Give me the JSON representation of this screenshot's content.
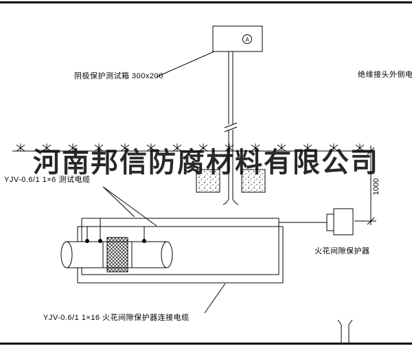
{
  "watermark": {
    "text": "河南邦信防腐材料有限公司"
  },
  "labels": {
    "test_box": "阴极保护测试箱 300x200",
    "outer_cable": "绝缘接头外侧电缆",
    "test_cable": "YJV-0.6/1 1×6  测试电缆",
    "spark_gap_protector": "火花间隙保护器",
    "protector_cable": "YJV-0.6/1 1×16  火花间隙保护器连接电缆"
  },
  "annotations": {
    "terminal_symbol": "A",
    "dimension_height": "1000"
  },
  "colors": {
    "line": "#000000",
    "background": "#ffffff"
  }
}
